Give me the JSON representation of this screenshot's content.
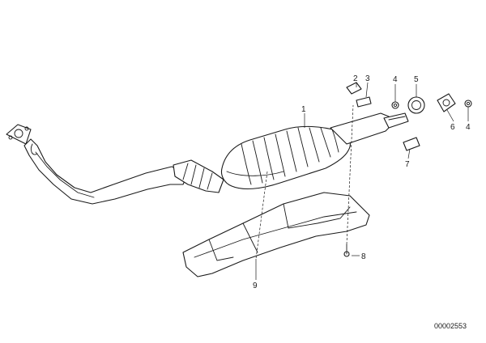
{
  "diagram": {
    "callouts": {
      "c1": "1",
      "c2": "2",
      "c3": "3",
      "c4a": "4",
      "c5": "5",
      "c6": "6",
      "c4b": "4",
      "c7": "7",
      "c8": "8",
      "c9": "9"
    },
    "document_number": "00002553"
  }
}
